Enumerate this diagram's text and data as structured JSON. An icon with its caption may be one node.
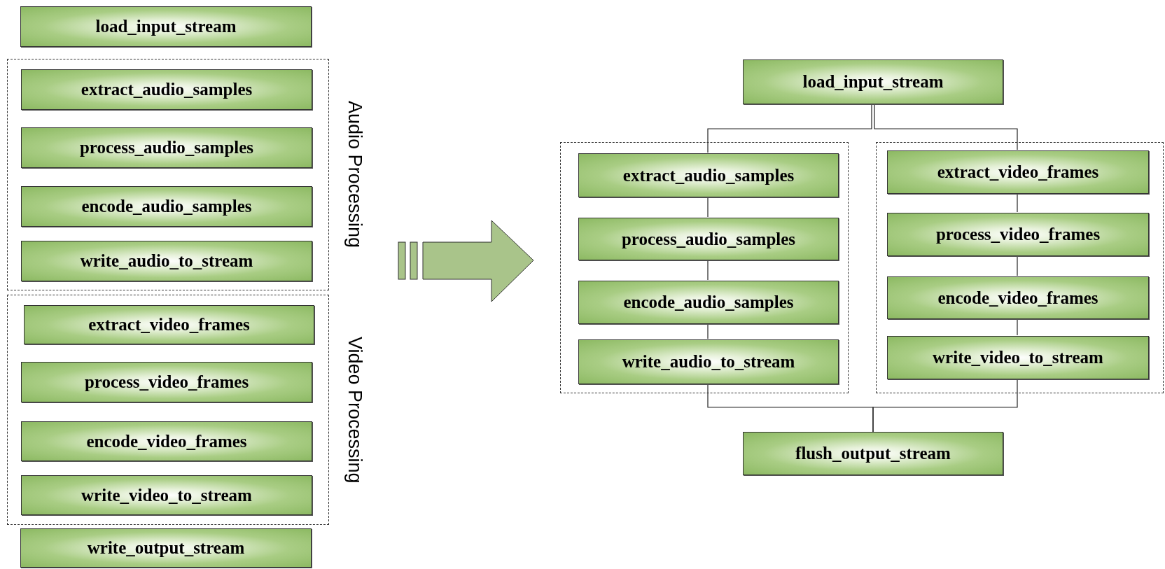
{
  "diagram": {
    "nodes": [
      {
        "text": [
          "load_input_stream"
        ]
      },
      {
        "text": [
          "Audio Processing"
        ]
      },
      {
        "text": [
          "extract_audio_samples"
        ],
        "in": 1
      },
      {
        "text": [
          "process_audio_samples"
        ],
        "in": 1
      },
      {
        "text": [
          "encode_audio_samples"
        ],
        "in": 1
      },
      {
        "text": [
          "write_audio_to_stream"
        ],
        "in": 1
      },
      {
        "text": [
          "Video Processing"
        ]
      },
      {
        "text": [
          "extract_video_frames"
        ],
        "in": 6
      },
      {
        "text": [
          "process_video_frames"
        ],
        "in": 6
      },
      {
        "text": [
          "encode_video_frames"
        ],
        "in": 6
      },
      {
        "text": [
          "write_video_to_stream"
        ],
        "in": 6
      },
      {
        "text": [
          "write_output_stream"
        ]
      },
      {
        "text": [
          "load_input_stream"
        ]
      },
      {
        "text": [],
        "shape": "box"
      },
      {
        "text": [
          "extract_audio_samples"
        ],
        "in": 13
      },
      {
        "text": [
          "process_audio_samples"
        ],
        "in": 13
      },
      {
        "text": [
          "encode_audio_samples"
        ],
        "in": 13
      },
      {
        "text": [
          "write_audio_to_stream"
        ],
        "in": 13
      },
      {
        "text": [],
        "shape": "box"
      },
      {
        "text": [
          "extract_video_frames"
        ],
        "in": 18
      },
      {
        "text": [
          "process_video_frames"
        ],
        "in": 18
      },
      {
        "text": [
          "encode_video_frames"
        ],
        "in": 18
      },
      {
        "text": [
          "write_video_to_stream"
        ],
        "in": 18
      },
      {
        "text": [
          "flush_output_stream"
        ]
      }
    ],
    "edges": [
      {
        "from": 12,
        "to": 14,
        "arrow": "none"
      },
      {
        "from": 12,
        "to": 19,
        "arrow": "none"
      },
      {
        "from": 14,
        "to": 15,
        "arrow": "none"
      },
      {
        "from": 15,
        "to": 16,
        "arrow": "none"
      },
      {
        "from": 16,
        "to": 17,
        "arrow": "none"
      },
      {
        "from": 19,
        "to": 20,
        "arrow": "none"
      },
      {
        "from": 20,
        "to": 21,
        "arrow": "none"
      },
      {
        "from": 21,
        "to": 22,
        "arrow": "none"
      },
      {
        "from": 17,
        "to": 23,
        "arrow": "none"
      },
      {
        "from": 22,
        "to": 23,
        "arrow": "none"
      }
    ]
  }
}
